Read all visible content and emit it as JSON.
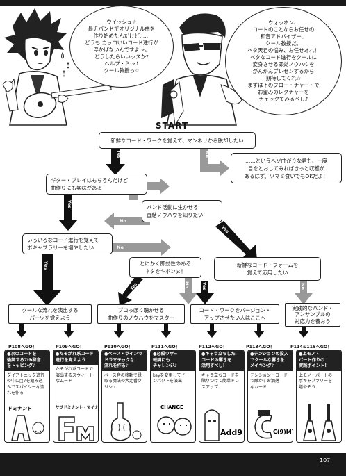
{
  "bubble_left": {
    "lines": [
      "ウイッシュ☆",
      "最近バンドでオリジナル曲を",
      "作り始めたんだけど……",
      "どうも カッコいいコード進行が",
      "浮かばないんですよ〜。",
      "どうしたらいいッスか?",
      "ヘルプ・ミ〜♪",
      "クール教授っ☆"
    ]
  },
  "bubble_right": {
    "lines": [
      "ウォッホン、",
      "コードのことならお任せの",
      "和音アドバイザー、",
      "クール教授だ。",
      "ベタ天君の悩み、お任せあれ！",
      "ベタなコード進行をクールに",
      "変身させる即効ノウハウを",
      "がんがんプレゼンするから",
      "期待してくれ☆",
      "まずは下のフロー・チャートで",
      "お望みのレクチャーを",
      "チェックてみるべし♪"
    ]
  },
  "start_label": "START",
  "q1": "新鮮なコード・ワークを覚えて、マンネリから脱却したい",
  "q2": [
    "ギター・プレイはもちろんだけど",
    "曲作りにも興味がある"
  ],
  "q3": [
    "……というヘソ曲がりな君も、一度",
    "目をとおしてみればきっと収穫が",
    "あるはず。ツマミ食いでもOKだよ！"
  ],
  "q4": [
    "バンド活動に生かせる",
    "直結ノウハウを知りたい"
  ],
  "q5": [
    "いろいろなコード進行を覚えて",
    "ボキャブラリーを増やしたい"
  ],
  "q6": [
    "とにかく即効性のある",
    "ネタをキボンヌ！"
  ],
  "q7": [
    "新鮮なコード・フォームを",
    "覚えて応用したい"
  ],
  "yes": "Yes",
  "no": "No",
  "results": [
    [
      "クールな流れを演出する",
      "パーツを覚えよう"
    ],
    [
      "ブロっぽく聴かせる",
      "曲作りのノウハウをマスター"
    ],
    [
      "コード・ワークをバージョン・",
      "アップさせたい人はここへ"
    ],
    [
      "実践的なバンド・",
      "アンサンブルの",
      "対応力を養おう"
    ]
  ],
  "cards": [
    {
      "label": "P108へGO！",
      "head": [
        "●次のコードを",
        "強調する7th和音",
        "をトッピング♪"
      ],
      "body": [
        "ダイアトニック進行",
        "の中に□7を組み込",
        "んでスパイシーな流",
        "れを作る"
      ],
      "art": "ドミナント"
    },
    {
      "label": "P109へGO！",
      "head": [
        "●たそがれ系コード",
        "進行を覚えよう"
      ],
      "body": [
        "たそがれ系コードで",
        "演出するスウィート",
        "なムード"
      ],
      "art": "サブドミナント・マイナー"
    },
    {
      "label": "P110へGO！",
      "head": [
        "●ベース・ラインで",
        "ドラマチックな",
        "流れを作る♪"
      ],
      "body": [
        "ベース音の移動で緑",
        "取る魔法の大定番ク",
        "リシェ"
      ],
      "art": "bass"
    },
    {
      "label": "P111へGO！",
      "head": [
        "●必殺ワザ=",
        "転調にも",
        "チャレンジ♪"
      ],
      "body": [
        "keyを変更してイ",
        "ンパクトを演出"
      ],
      "art": "CHANGE"
    },
    {
      "label": "P112へGO！",
      "head": [
        "●キャラ立ちした",
        "コードの響きを",
        "活用すべし！"
      ],
      "body": [
        "キャラ立ちコードを",
        "貼りつけて簡単ドレ",
        "スアップ"
      ],
      "art": "Add9"
    },
    {
      "label": "P113へGO！",
      "head": [
        "●テンションの投入",
        "でクールな響きを",
        "メイキング♪"
      ],
      "body": [
        "テンション・コード",
        "で醸かすお洒落",
        "なムード"
      ],
      "art": "C(9)M7"
    },
    {
      "label": "P114&115へGO！",
      "head": [
        "●上モノ・",
        "パート作りの",
        "実践ポイント！"
      ],
      "body": [
        "上モノ・パートの",
        "ボキャブラリーを",
        "増やそう"
      ],
      "art": "guitars"
    }
  ],
  "page_number": "107"
}
